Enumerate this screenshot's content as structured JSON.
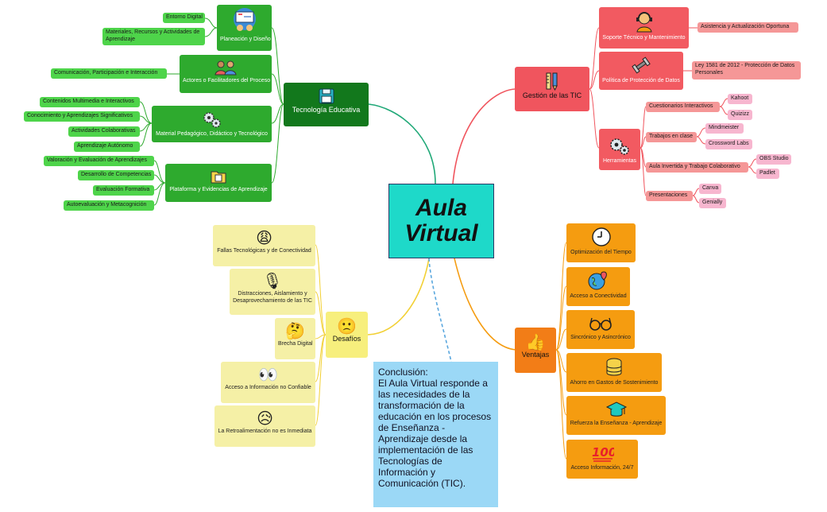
{
  "center": {
    "title": "Aula Virtual"
  },
  "conclusion": {
    "text": "Conclusión:\nEl Aula Virtual  responde a las necesidades de la transformación de la educación en los procesos de Enseñanza - Aprendizaje desde la implementación de las Tecnologías de Información y Comunicación (TIC)."
  },
  "tecnologia": {
    "title": "Tecnología Educativa",
    "icon": "floppy-disk-icon",
    "planeacion": {
      "label": "Planeación y Diseño",
      "icon": "presentation-meeting-icon",
      "items": [
        "Entorno Digital",
        "Materiales, Recursos y Actividades de Aprendizaje"
      ]
    },
    "actores": {
      "label": "Actores o Facilitadores del Proceso",
      "icon": "people-group-icon",
      "items": [
        "Comunicación, Participación  e Interacción"
      ]
    },
    "material": {
      "label": "Material Pedagógico, Didáctico y Tecnológico",
      "icon": "gears-icon",
      "items": [
        "Contenidos Multimedia e Interactivos",
        "Conocimiento y Aprendizajes Significativos",
        "Actividades Colaborativas",
        "Aprendizaje Autónomo"
      ]
    },
    "plataforma": {
      "label": "Plataforma y Evidencias de Aprendizaje",
      "icon": "folder-icon",
      "items": [
        "Valoración y Evaluación de Aprendizajes",
        "Desarrollo de Competencias",
        "Evaluación Formativa",
        "Autoevaluación y Metacognición"
      ]
    }
  },
  "gestion": {
    "title": "Gestión de las TIC",
    "icon": "ruler-pencil-icon",
    "soporte": {
      "label": "Soporte Técnico y Mantenimiento",
      "icon": "support-agent-icon",
      "items": [
        "Asistencia y Actualización Oportuna"
      ]
    },
    "politica": {
      "label": "Política de Protección de Datos",
      "icon": "dumbbell-icon",
      "items": [
        "Ley 1581 de 2012 - Protección de Datos Personales"
      ]
    },
    "herramientas": {
      "label": "Herramientas",
      "icon": "gears-icon",
      "groups": [
        {
          "label": "Cuestionarios Interactivos",
          "items": [
            "Kahoot",
            "Quizizz"
          ]
        },
        {
          "label": "Trabajos en clase",
          "items": [
            "Mindmeister",
            "Crossword Labs"
          ]
        },
        {
          "label": "Aula Invertida y Trabajo Colaborativo",
          "items": [
            "OBS Studio",
            "Padlet"
          ]
        },
        {
          "label": "Presentaciones",
          "items": [
            "Canva",
            "Genially"
          ]
        }
      ]
    }
  },
  "desafios": {
    "title": "Desafíos",
    "icon": "confused-face-icon",
    "items": [
      {
        "label": "Fallas Tecnológicas y de Conectividad",
        "icon": "weary-face-icon",
        "glyph": "😩"
      },
      {
        "label": "Distracciones, Aislamiento y Desaprovechamiento de las TIC",
        "icon": "microphone-icon",
        "glyph": "🎙"
      },
      {
        "label": "Brecha Digital",
        "icon": "thinking-face-icon",
        "glyph": "🤔"
      },
      {
        "label": "Acceso a Información no Confiable",
        "icon": "eyes-icon",
        "glyph": "👀"
      },
      {
        "label": "La Retroalimentación no es Inmediata",
        "icon": "sad-face-icon",
        "glyph": "😥"
      }
    ]
  },
  "ventajas": {
    "title": "Ventajas",
    "icon": "thumbs-up-icon",
    "items": [
      {
        "label": "Optimización del Tiempo",
        "icon": "clock-icon",
        "glyph": "🕘"
      },
      {
        "label": "Acceso a Conectividad",
        "icon": "globe-pin-icon",
        "glyph": "🌍"
      },
      {
        "label": "Sincrónico y Asincrónico",
        "icon": "glasses-icon",
        "glyph": "👓"
      },
      {
        "label": "Ahorro en Gastos de Sostenimiento",
        "icon": "coins-icon",
        "glyph": "💰"
      },
      {
        "label": "Refuerza la Enseñanza - Aprendizaje",
        "icon": "graduation-cap-icon",
        "glyph": "🎓"
      },
      {
        "label": "Acceso Información, 24/7",
        "icon": "hundred-points-icon",
        "glyph": "💯"
      }
    ]
  },
  "desafios_glyph": "🙁",
  "ventajas_glyph": "👍"
}
